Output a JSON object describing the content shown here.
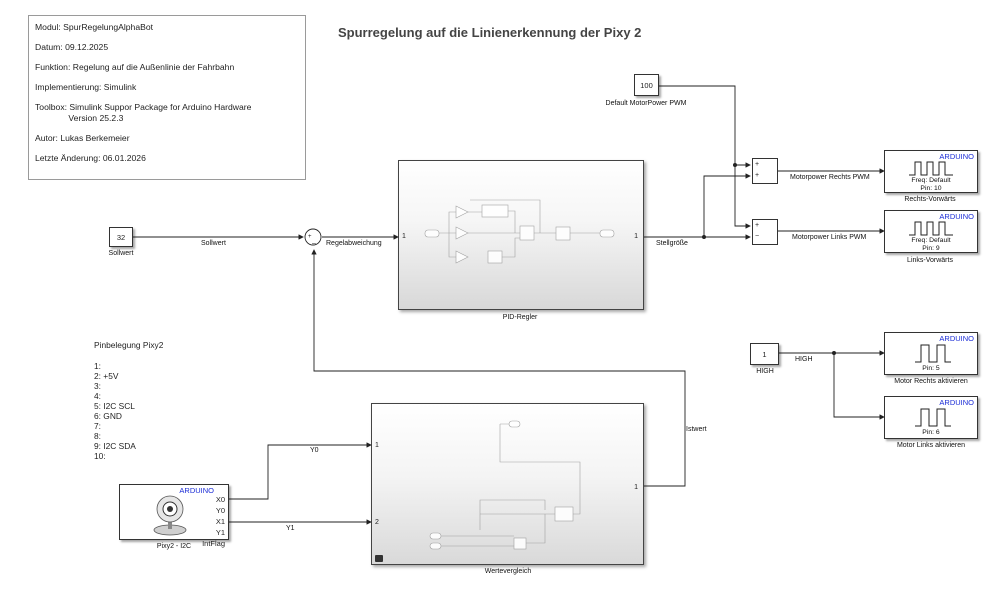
{
  "title": "Spurregelung auf die Linienerkennung der Pixy 2",
  "info": {
    "modul": "Modul: SpurRegelungAlphaBot",
    "datum": "Datum: 09.12.2025",
    "funktion": "Funktion: Regelung auf die Außenlinie der Fahrbahn",
    "implementierung": "Implementierung: Simulink",
    "toolbox": "Toolbox: Simulink Suppor Package for Arduino Hardware\n              Version 25.2.3",
    "autor": "Autor: Lukas Berkemeier",
    "aenderung": "Letzte Änderung: 06.01.2026"
  },
  "blocks": {
    "sollwert": {
      "value": "32",
      "label": "Sollwert"
    },
    "motorpower": {
      "value": "100",
      "label": "Default MotorPower PWM"
    },
    "high": {
      "value": "1",
      "label": "HIGH"
    },
    "pid": {
      "label": "PID-Regler",
      "in_port": "1",
      "out_port": "1"
    },
    "wertevergleich": {
      "label": "Wertevergleich",
      "in1": "1",
      "in2": "2",
      "out_port": "1"
    },
    "pixy": {
      "label": "Pixy2 - I2C",
      "ports": [
        "X0",
        "Y0",
        "X1",
        "Y1",
        "IntFlag"
      ]
    },
    "sum_top": {
      "signs": [
        "+",
        "+"
      ]
    },
    "sum_bottom": {
      "signs": [
        "+",
        "−"
      ]
    }
  },
  "signals": {
    "sollwert": "Sollwert",
    "regelabweichung": "Regelabweichung",
    "stellgroesse": "Stellgröße",
    "istwert": "Istwert",
    "y0": "Y0",
    "y1": "Y1",
    "motor_rechts": "Motorpower Rechts PWM",
    "motor_links": "Motorpower Links PWM",
    "high": "HIGH"
  },
  "arduino": {
    "tag": "ARDUINO",
    "rechts": {
      "line1": "Freq: Default",
      "line2": "Pin: 10",
      "label": "Rechts-Vorwärts"
    },
    "links": {
      "line1": "Freq: Default",
      "line2": "Pin: 9",
      "label": "Links-Vorwärts"
    },
    "m_rechts": {
      "line1": "Pin: 5",
      "label": "Motor Rechts aktivieren"
    },
    "m_links": {
      "line1": "Pin: 6",
      "label": "Motor Links aktivieren"
    }
  },
  "pinbelegung": {
    "title": "Pinbelegung Pixy2",
    "lines": [
      "1:",
      "2: +5V",
      "3:",
      "4:",
      "5: I2C SCL",
      "6: GND",
      "7:",
      "8:",
      "9: I2C SDA",
      "10:"
    ]
  }
}
